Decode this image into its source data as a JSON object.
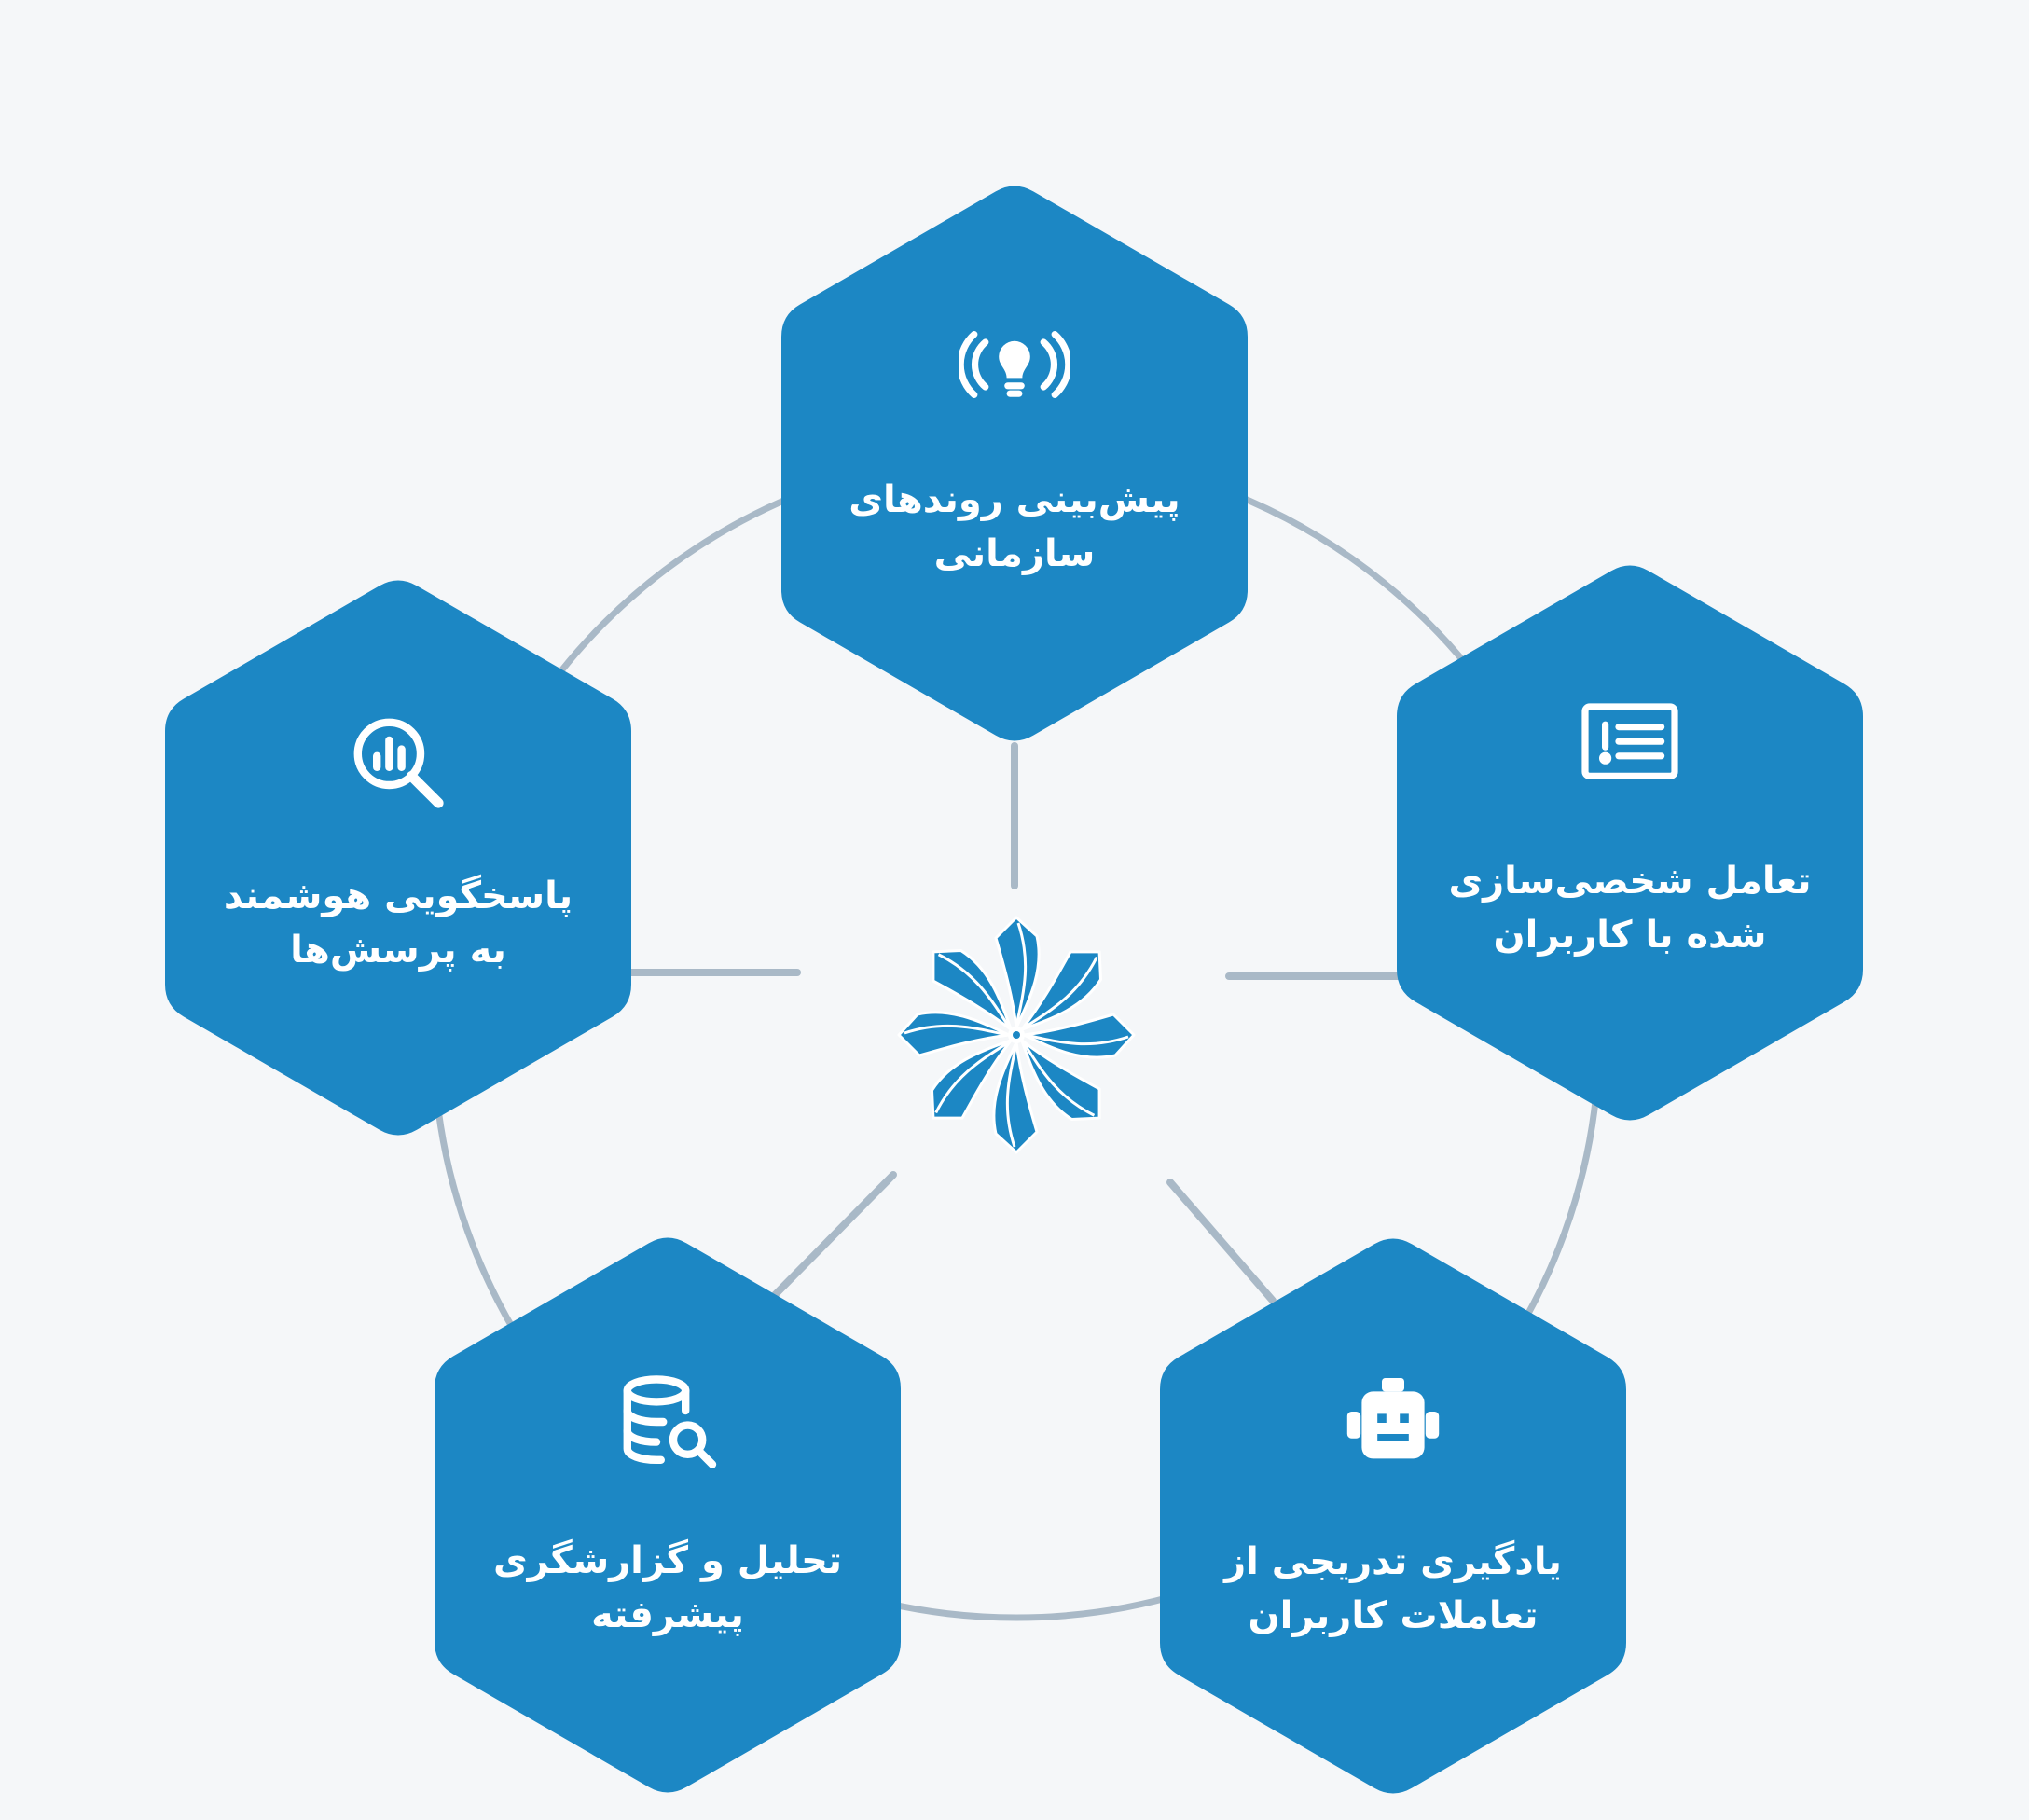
{
  "colors": {
    "background": "#f5f7f9",
    "hexagon_fill": "#1c87c4",
    "connector": "#a9b9c7",
    "icon_text": "#ffffff"
  },
  "center": {
    "icon": "eight-point-star-logo"
  },
  "nodes": {
    "trends": {
      "icon": "lightbulb-signal-icon",
      "line1": "پیش‌بینی روندهای",
      "line2": "سازمانی"
    },
    "personalization": {
      "icon": "info-card-icon",
      "line1": "تعامل شخصی‌سازی",
      "line2": "شده با کاربران"
    },
    "learning": {
      "icon": "robot-icon",
      "line1": "یادگیری تدریجی از",
      "line2": "تعاملات کاربران"
    },
    "analytics": {
      "icon": "database-search-icon",
      "line1": "تحلیل و گزارشگری",
      "line2": "پیشرفته"
    },
    "answering": {
      "icon": "chart-search-icon",
      "line1": "پاسخگویی هوشمند",
      "line2": "به پرسش‌ها"
    }
  }
}
